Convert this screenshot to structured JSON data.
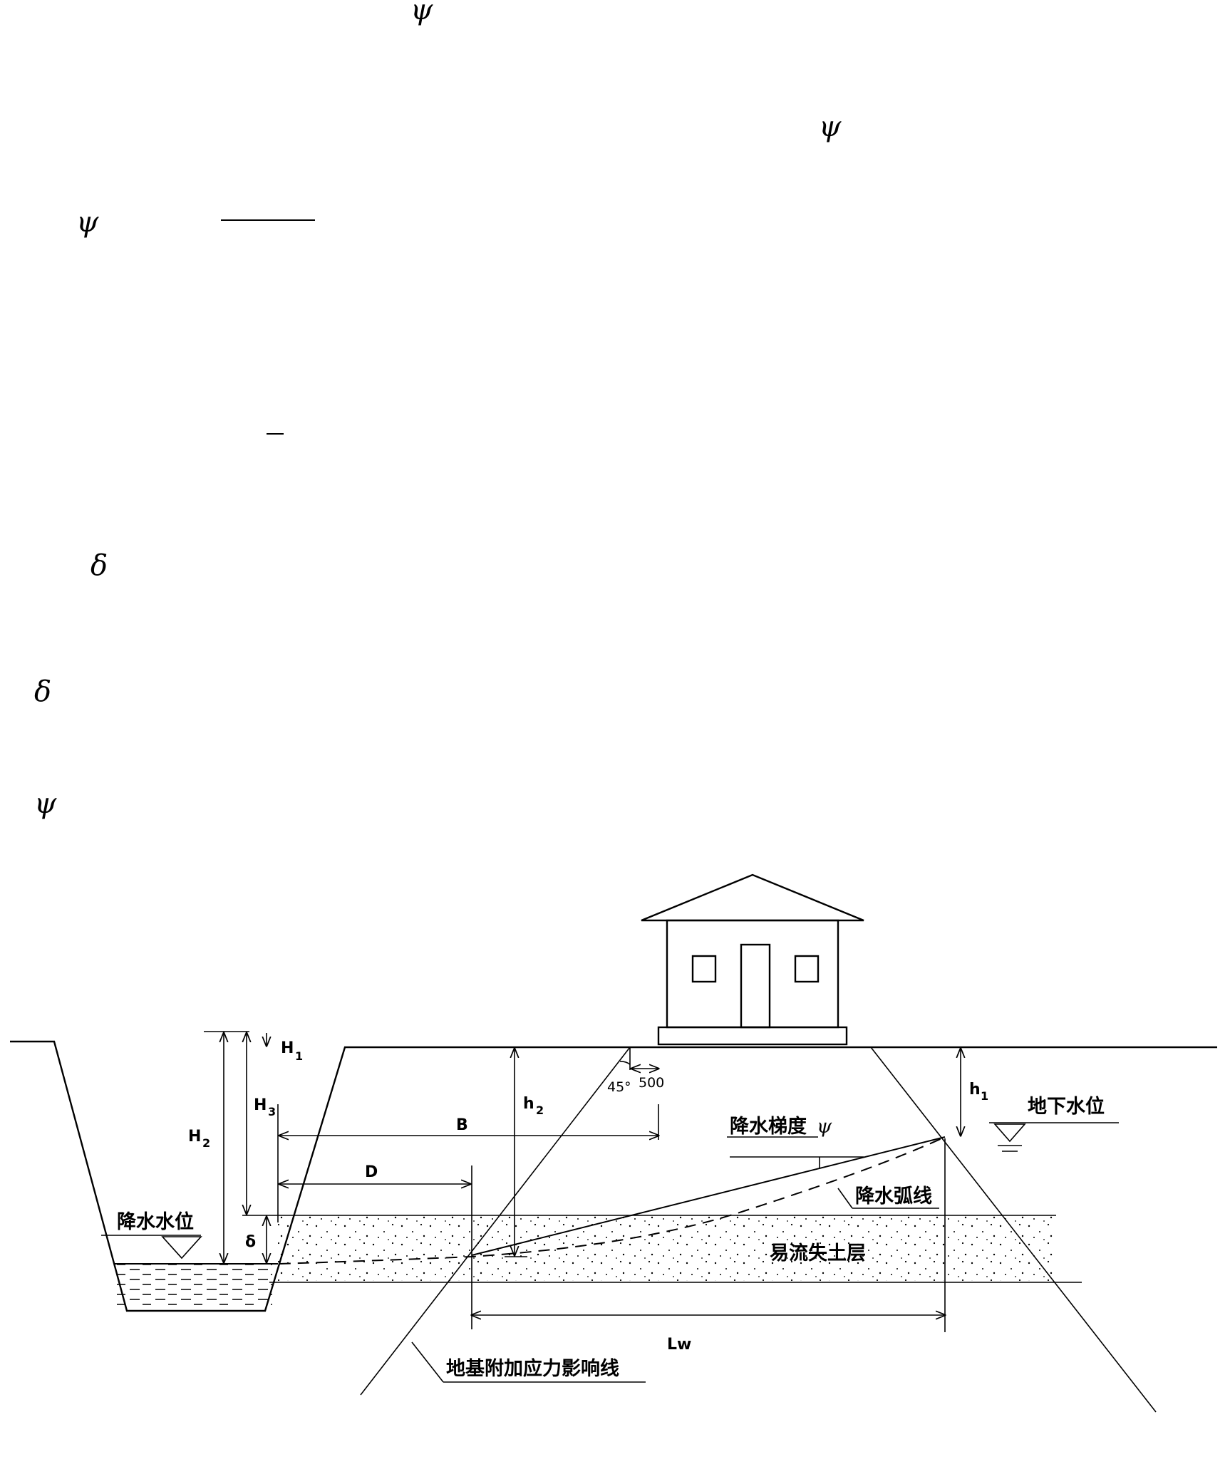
{
  "text_fragments": {
    "psi_1": "ψ",
    "psi_2": "ψ",
    "psi_3": "ψ",
    "delta_1": "δ",
    "delta_2": "δ",
    "psi_4": "ψ"
  },
  "diagram": {
    "H1": "H",
    "H1_sub": "1",
    "H2": "H",
    "H2_sub": "2",
    "H3": "H",
    "H3_sub": "3",
    "h1": "h",
    "h1_sub": "1",
    "h2": "h",
    "h2_sub": "2",
    "B": "B",
    "D": "D",
    "Lw": "Lw",
    "delta": "δ",
    "angle": "45°",
    "offset": "500",
    "groundwater_level": "地下水位",
    "drawdown_gradient": "降水梯度",
    "drawdown_gradient_symbol": "ψ",
    "drawdown_curve": "降水弧线",
    "drawdown_water_level": "降水水位",
    "erodible_soil_layer": "易流失土层",
    "foundation_stress_line": "地基附加应力影响线"
  }
}
